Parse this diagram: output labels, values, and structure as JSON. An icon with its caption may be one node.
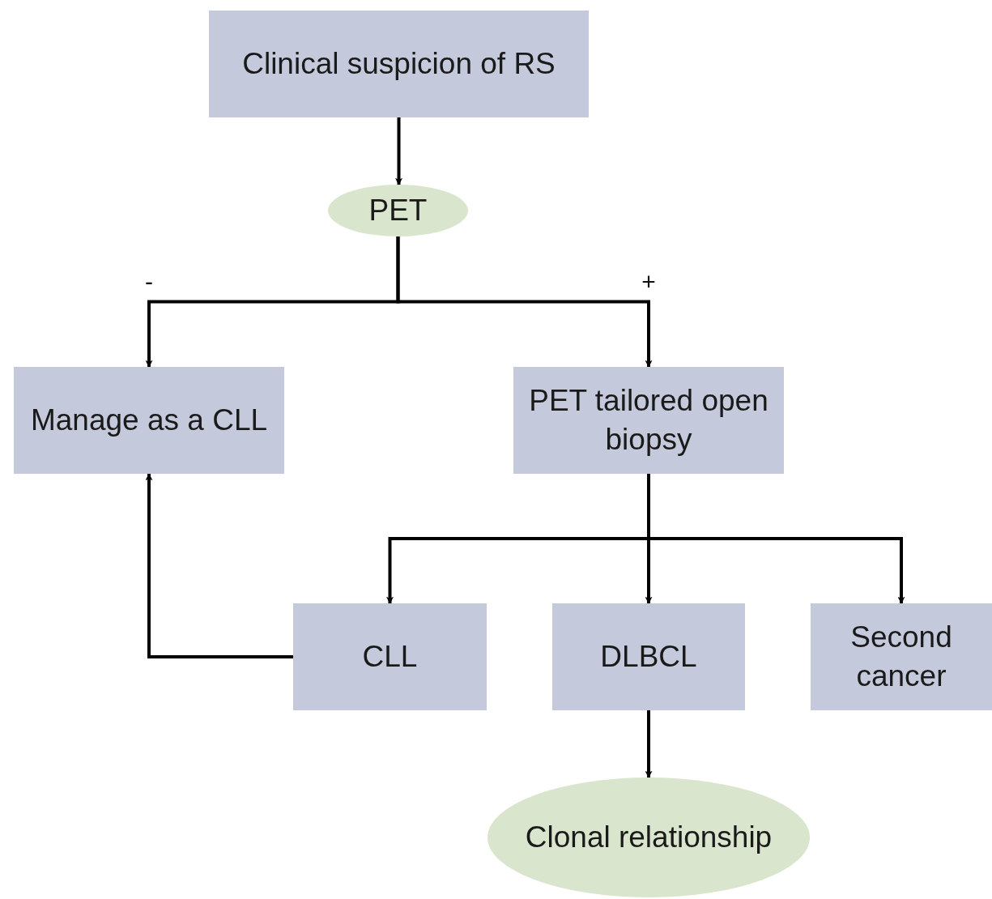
{
  "diagram": {
    "nodes": [
      {
        "text": [
          "Clinical suspicion of RS"
        ]
      },
      {
        "text": [
          "PET"
        ]
      },
      {
        "text": [
          "Manage as a CLL"
        ]
      },
      {
        "text": [
          "PET tailored open biopsy"
        ]
      },
      {
        "text": [
          "CLL"
        ]
      },
      {
        "text": [
          "DLBCL"
        ]
      },
      {
        "text": [
          "Second cancer"
        ]
      },
      {
        "text": [
          "Clonal relationship"
        ]
      }
    ],
    "edges": [
      {
        "from": 0,
        "to": 1,
        "arrow": "to"
      },
      {
        "from": 1,
        "to": 2,
        "arrow": "to",
        "label": "-"
      },
      {
        "from": 1,
        "to": 3,
        "arrow": "to",
        "label": "+"
      },
      {
        "from": 3,
        "to": 4,
        "arrow": "to"
      },
      {
        "from": 3,
        "to": 5,
        "arrow": "to"
      },
      {
        "from": 3,
        "to": 6,
        "arrow": "to"
      },
      {
        "from": 4,
        "to": 2,
        "arrow": "to"
      },
      {
        "from": 5,
        "to": 7,
        "arrow": "to"
      }
    ]
  }
}
